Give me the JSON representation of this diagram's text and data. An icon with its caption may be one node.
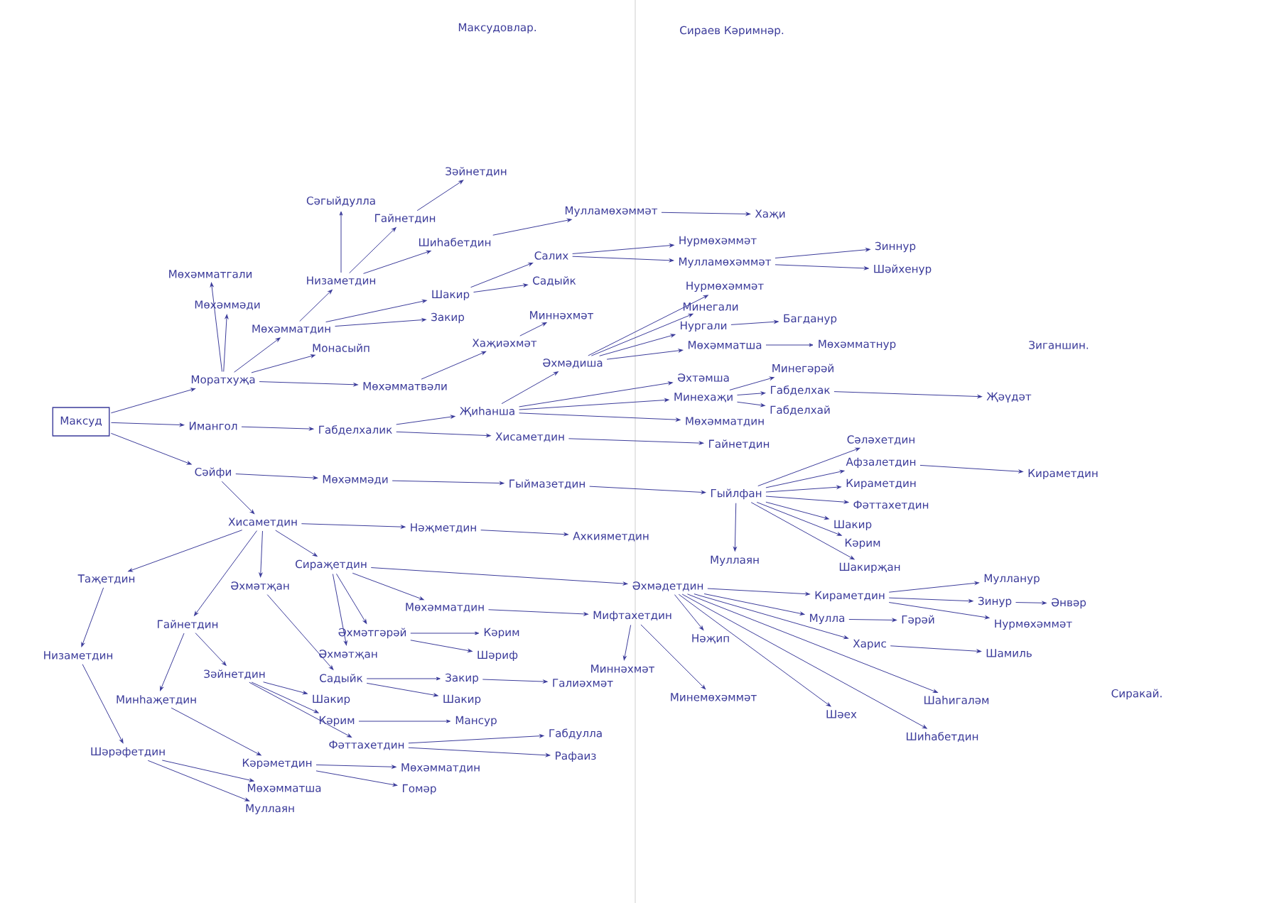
{
  "diagram": {
    "title": "Максудовлар.",
    "nodes": [
      {
        "text": [
          "Максуд"
        ]
      },
      {
        "text": [
          "Моратхуҗа"
        ]
      },
      {
        "text": [
          "Мөхәмматгали"
        ]
      },
      {
        "text": [
          "Мөхәммәди"
        ]
      },
      {
        "text": [
          "Мөхәмматдин"
        ]
      },
      {
        "text": [
          "Низаметдин"
        ]
      },
      {
        "text": [
          "Сәгыйдулла"
        ]
      },
      {
        "text": [
          "Гайнетдин"
        ]
      },
      {
        "text": [
          "Зәйнетдин"
        ]
      },
      {
        "text": [
          "Шиһабетдин"
        ]
      },
      {
        "text": [
          "Монасыйп"
        ]
      },
      {
        "text": [
          "Мөхәмматвәли"
        ]
      },
      {
        "text": [
          "Шакир"
        ]
      },
      {
        "text": [
          "Закир"
        ]
      },
      {
        "text": [
          "Хаҗиәхмәт"
        ]
      },
      {
        "text": [
          "Салих"
        ]
      },
      {
        "text": [
          "Садыйк"
        ]
      },
      {
        "text": [
          "Миннәхмәт"
        ]
      },
      {
        "text": [
          "Мулламөхәммәт"
        ]
      },
      {
        "text": [
          "Хаҗи"
        ]
      },
      {
        "text": [
          "Нурмөхәммәт"
        ]
      },
      {
        "text": [
          "Мулламөхәммәт"
        ]
      },
      {
        "text": [
          "Зиннур"
        ]
      },
      {
        "text": [
          "Шәйхенур"
        ]
      },
      {
        "text": [
          "Әхмәдиша"
        ]
      },
      {
        "text": [
          "Нурмөхәммәт"
        ]
      },
      {
        "text": [
          "Минегали"
        ]
      },
      {
        "text": [
          "Нургали"
        ]
      },
      {
        "text": [
          "Мөхәмматша"
        ]
      },
      {
        "text": [
          "Багданур"
        ]
      },
      {
        "text": [
          "Мөхәмматнур"
        ]
      },
      {
        "text": [
          "Җиһанша"
        ]
      },
      {
        "text": [
          "Әхтәмша"
        ]
      },
      {
        "text": [
          "Минехаҗи"
        ]
      },
      {
        "text": [
          "Мөхәмматдин"
        ]
      },
      {
        "text": [
          "Минегәрәй"
        ]
      },
      {
        "text": [
          "Габделхак"
        ]
      },
      {
        "text": [
          "Габделхай"
        ]
      },
      {
        "text": [
          "Җәүдәт"
        ]
      },
      {
        "text": [
          "Имангол"
        ]
      },
      {
        "text": [
          "Габделхалик"
        ]
      },
      {
        "text": [
          "Хисаметдин"
        ]
      },
      {
        "text": [
          "Гайнетдин"
        ]
      },
      {
        "text": [
          "Сәйфи"
        ]
      },
      {
        "text": [
          "Мөхәммәди"
        ]
      },
      {
        "text": [
          "Гыймазетдин"
        ]
      },
      {
        "text": [
          "Гыйлфан"
        ]
      },
      {
        "text": [
          "Сәләхетдин"
        ]
      },
      {
        "text": [
          "Афзалетдин"
        ]
      },
      {
        "text": [
          "Кираметдин"
        ]
      },
      {
        "text": [
          "Кираметдин"
        ]
      },
      {
        "text": [
          "Фәттахетдин"
        ]
      },
      {
        "text": [
          "Шакир"
        ]
      },
      {
        "text": [
          "Кәрим"
        ]
      },
      {
        "text": [
          "Шакирҗан"
        ]
      },
      {
        "text": [
          "Муллаян"
        ]
      },
      {
        "text": [
          "Хисаметдин"
        ]
      },
      {
        "text": [
          "Нәҗметдин"
        ]
      },
      {
        "text": [
          "Ахкияметдин"
        ]
      },
      {
        "text": [
          "Сираҗетдин"
        ]
      },
      {
        "text": [
          "Таҗетдин"
        ]
      },
      {
        "text": [
          "Әхмәдетдин"
        ]
      },
      {
        "text": [
          "Кираметдин"
        ]
      },
      {
        "text": [
          "Мулланур"
        ]
      },
      {
        "text": [
          "Зинур"
        ]
      },
      {
        "text": [
          "Әнвәр"
        ]
      },
      {
        "text": [
          "Нурмөхәммәт"
        ]
      },
      {
        "text": [
          "Әхмәтҗан"
        ]
      },
      {
        "text": [
          "Мөхәмматдин"
        ]
      },
      {
        "text": [
          "Мифтахетдин"
        ]
      },
      {
        "text": [
          "Мулла"
        ]
      },
      {
        "text": [
          "Гәрәй"
        ]
      },
      {
        "text": [
          "Гайнетдин"
        ]
      },
      {
        "text": [
          "Харис"
        ]
      },
      {
        "text": [
          "Шамиль"
        ]
      },
      {
        "text": [
          "Нәҗип"
        ]
      },
      {
        "text": [
          "Низаметдин"
        ]
      },
      {
        "text": [
          "Әхмәтгәрәй"
        ]
      },
      {
        "text": [
          "Кәрим"
        ]
      },
      {
        "text": [
          "Шәриф"
        ]
      },
      {
        "text": [
          "Әхмәтҗан"
        ]
      },
      {
        "text": [
          "Миннәхмәт"
        ]
      },
      {
        "text": [
          "Зәйнетдин"
        ]
      },
      {
        "text": [
          "Садыйк"
        ]
      },
      {
        "text": [
          "Закир"
        ]
      },
      {
        "text": [
          "Галиәхмәт"
        ]
      },
      {
        "text": [
          "Минһаҗетдин"
        ]
      },
      {
        "text": [
          "Шакир"
        ]
      },
      {
        "text": [
          "Шакир"
        ]
      },
      {
        "text": [
          "Минемөхәммәт"
        ]
      },
      {
        "text": [
          "Шәех"
        ]
      },
      {
        "text": [
          "Шаһигаләм"
        ]
      },
      {
        "text": [
          "Кәрим"
        ]
      },
      {
        "text": [
          "Мансур"
        ]
      },
      {
        "text": [
          "Шиһабетдин"
        ]
      },
      {
        "text": [
          "Фәттахетдин"
        ]
      },
      {
        "text": [
          "Габдулла"
        ]
      },
      {
        "text": [
          "Рафаиз"
        ]
      },
      {
        "text": [
          "Шәрәфетдин"
        ]
      },
      {
        "text": [
          "Кәрәметдин"
        ]
      },
      {
        "text": [
          "Мөхәмматдин"
        ]
      },
      {
        "text": [
          "Мөхәмматша"
        ]
      },
      {
        "text": [
          "Гомәр"
        ]
      },
      {
        "text": [
          "Муллаян"
        ]
      }
    ],
    "edges": [
      {
        "from": 0,
        "to": 1,
        "arrow": "to"
      },
      {
        "from": 0,
        "to": 39,
        "arrow": "to"
      },
      {
        "from": 0,
        "to": 43,
        "arrow": "to"
      },
      {
        "from": 1,
        "to": 2,
        "arrow": "to"
      },
      {
        "from": 1,
        "to": 3,
        "arrow": "to"
      },
      {
        "from": 1,
        "to": 4,
        "arrow": "to"
      },
      {
        "from": 1,
        "to": 10,
        "arrow": "to"
      },
      {
        "from": 1,
        "to": 11,
        "arrow": "to"
      },
      {
        "from": 4,
        "to": 5,
        "arrow": "to"
      },
      {
        "from": 4,
        "to": 12,
        "arrow": "to"
      },
      {
        "from": 4,
        "to": 13,
        "arrow": "to"
      },
      {
        "from": 5,
        "to": 6,
        "arrow": "to"
      },
      {
        "from": 5,
        "to": 7,
        "arrow": "to"
      },
      {
        "from": 5,
        "to": 9,
        "arrow": "to"
      },
      {
        "from": 7,
        "to": 8,
        "arrow": "to"
      },
      {
        "from": 9,
        "to": 18,
        "arrow": "to"
      },
      {
        "from": 18,
        "to": 19,
        "arrow": "to"
      },
      {
        "from": 12,
        "to": 15,
        "arrow": "to"
      },
      {
        "from": 12,
        "to": 16,
        "arrow": "to"
      },
      {
        "from": 15,
        "to": 20,
        "arrow": "to"
      },
      {
        "from": 15,
        "to": 21,
        "arrow": "to"
      },
      {
        "from": 21,
        "to": 22,
        "arrow": "to"
      },
      {
        "from": 21,
        "to": 23,
        "arrow": "to"
      },
      {
        "from": 11,
        "to": 14,
        "arrow": "to"
      },
      {
        "from": 14,
        "to": 17,
        "arrow": "to"
      },
      {
        "from": 31,
        "to": 24,
        "arrow": "to"
      },
      {
        "from": 24,
        "to": 25,
        "arrow": "to"
      },
      {
        "from": 24,
        "to": 26,
        "arrow": "to"
      },
      {
        "from": 24,
        "to": 27,
        "arrow": "to"
      },
      {
        "from": 24,
        "to": 28,
        "arrow": "to"
      },
      {
        "from": 27,
        "to": 29,
        "arrow": "to"
      },
      {
        "from": 28,
        "to": 30,
        "arrow": "to"
      },
      {
        "from": 31,
        "to": 32,
        "arrow": "to"
      },
      {
        "from": 31,
        "to": 33,
        "arrow": "to"
      },
      {
        "from": 31,
        "to": 34,
        "arrow": "to"
      },
      {
        "from": 33,
        "to": 35,
        "arrow": "to"
      },
      {
        "from": 33,
        "to": 36,
        "arrow": "to"
      },
      {
        "from": 33,
        "to": 37,
        "arrow": "to"
      },
      {
        "from": 36,
        "to": 38,
        "arrow": "to"
      },
      {
        "from": 39,
        "to": 40,
        "arrow": "to"
      },
      {
        "from": 40,
        "to": 31,
        "arrow": "to"
      },
      {
        "from": 40,
        "to": 41,
        "arrow": "to"
      },
      {
        "from": 41,
        "to": 42,
        "arrow": "to"
      },
      {
        "from": 43,
        "to": 44,
        "arrow": "to"
      },
      {
        "from": 43,
        "to": 56,
        "arrow": "to"
      },
      {
        "from": 44,
        "to": 45,
        "arrow": "to"
      },
      {
        "from": 45,
        "to": 46,
        "arrow": "to"
      },
      {
        "from": 46,
        "to": 47,
        "arrow": "to"
      },
      {
        "from": 46,
        "to": 48,
        "arrow": "to"
      },
      {
        "from": 46,
        "to": 50,
        "arrow": "to"
      },
      {
        "from": 46,
        "to": 51,
        "arrow": "to"
      },
      {
        "from": 46,
        "to": 52,
        "arrow": "to"
      },
      {
        "from": 46,
        "to": 53,
        "arrow": "to"
      },
      {
        "from": 46,
        "to": 54,
        "arrow": "to"
      },
      {
        "from": 46,
        "to": 55,
        "arrow": "to"
      },
      {
        "from": 48,
        "to": 49,
        "arrow": "to"
      },
      {
        "from": 56,
        "to": 57,
        "arrow": "to"
      },
      {
        "from": 57,
        "to": 58,
        "arrow": "to"
      },
      {
        "from": 56,
        "to": 60,
        "arrow": "to"
      },
      {
        "from": 56,
        "to": 72,
        "arrow": "to"
      },
      {
        "from": 56,
        "to": 67,
        "arrow": "to"
      },
      {
        "from": 56,
        "to": 59,
        "arrow": "to"
      },
      {
        "from": 59,
        "to": 61,
        "arrow": "to"
      },
      {
        "from": 59,
        "to": 68,
        "arrow": "to"
      },
      {
        "from": 59,
        "to": 77,
        "arrow": "to"
      },
      {
        "from": 59,
        "to": 80,
        "arrow": "to"
      },
      {
        "from": 68,
        "to": 69,
        "arrow": "to"
      },
      {
        "from": 61,
        "to": 62,
        "arrow": "to"
      },
      {
        "from": 61,
        "to": 75,
        "arrow": "to"
      },
      {
        "from": 61,
        "to": 70,
        "arrow": "to"
      },
      {
        "from": 61,
        "to": 73,
        "arrow": "to"
      },
      {
        "from": 61,
        "to": 90,
        "arrow": "to"
      },
      {
        "from": 61,
        "to": 91,
        "arrow": "to"
      },
      {
        "from": 61,
        "to": 94,
        "arrow": "to"
      },
      {
        "from": 62,
        "to": 63,
        "arrow": "to"
      },
      {
        "from": 62,
        "to": 64,
        "arrow": "to"
      },
      {
        "from": 62,
        "to": 66,
        "arrow": "to"
      },
      {
        "from": 64,
        "to": 65,
        "arrow": "to"
      },
      {
        "from": 70,
        "to": 71,
        "arrow": "to"
      },
      {
        "from": 73,
        "to": 74,
        "arrow": "to"
      },
      {
        "from": 69,
        "to": 81,
        "arrow": "to"
      },
      {
        "from": 69,
        "to": 89,
        "arrow": "to"
      },
      {
        "from": 77,
        "to": 78,
        "arrow": "to"
      },
      {
        "from": 77,
        "to": 79,
        "arrow": "to"
      },
      {
        "from": 67,
        "to": 83,
        "arrow": "to"
      },
      {
        "from": 83,
        "to": 84,
        "arrow": "to"
      },
      {
        "from": 83,
        "to": 88,
        "arrow": "to"
      },
      {
        "from": 84,
        "to": 85,
        "arrow": "to"
      },
      {
        "from": 72,
        "to": 82,
        "arrow": "to"
      },
      {
        "from": 72,
        "to": 86,
        "arrow": "to"
      },
      {
        "from": 82,
        "to": 87,
        "arrow": "to"
      },
      {
        "from": 82,
        "to": 92,
        "arrow": "to"
      },
      {
        "from": 82,
        "to": 95,
        "arrow": "to"
      },
      {
        "from": 92,
        "to": 93,
        "arrow": "to"
      },
      {
        "from": 95,
        "to": 96,
        "arrow": "to"
      },
      {
        "from": 95,
        "to": 97,
        "arrow": "to"
      },
      {
        "from": 60,
        "to": 76,
        "arrow": "to"
      },
      {
        "from": 76,
        "to": 98,
        "arrow": "to"
      },
      {
        "from": 98,
        "to": 101,
        "arrow": "to"
      },
      {
        "from": 98,
        "to": 103,
        "arrow": "to"
      },
      {
        "from": 86,
        "to": 99,
        "arrow": "to"
      },
      {
        "from": 99,
        "to": 100,
        "arrow": "to"
      },
      {
        "from": 99,
        "to": 102,
        "arrow": "to"
      }
    ],
    "labels": [
      "Сираев Кәримнәр.",
      "Зиганшин.",
      "Сиракай."
    ]
  }
}
